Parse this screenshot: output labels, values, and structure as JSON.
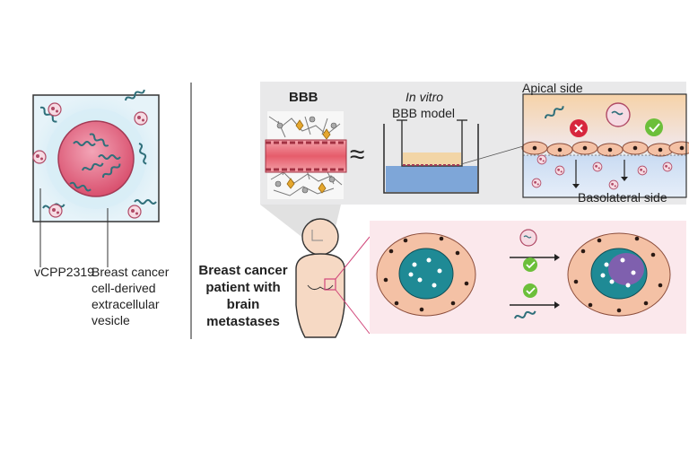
{
  "left_panel": {
    "peptide_label": "vCPP2319",
    "vesicle_label_lines": [
      "Breast cancer",
      "cell-derived",
      "extracellular",
      "vesicle"
    ]
  },
  "bbb_panel": {
    "title": "BBB",
    "approx_symbol": "≈",
    "model_label_line1": "In vitro",
    "model_label_line2": "BBB model",
    "apical_label": "Apical side",
    "basolateral_label": "Basolateral side"
  },
  "patient": {
    "label_lines": [
      "Breast cancer",
      "patient with",
      "brain",
      "metastases"
    ]
  },
  "colors": {
    "vesicle_pink": "#e8708a",
    "peptide_teal": "#2f6f7a",
    "tumor_teal": "#1f8a95",
    "tumor_purple": "#8a5bb0",
    "check_green": "#6cbf3a",
    "cross_red": "#d7263d",
    "panel_gray": "#e9e9ea",
    "skin": "#f6d9c4"
  }
}
